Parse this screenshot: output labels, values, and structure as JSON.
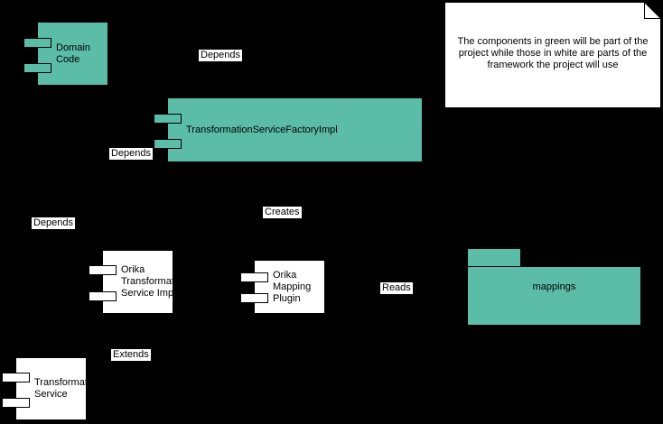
{
  "colors": {
    "background": "#000000",
    "component_green": "#5BBCA8",
    "component_white": "#ffffff",
    "outline": "#000000",
    "text": "#000000",
    "label_background": "#ffffff"
  },
  "components": {
    "domain_code": {
      "label": "Domain Code",
      "lines": [
        "Domain",
        "Code"
      ]
    },
    "factory": {
      "label": "TransformationServiceFactoryImpl",
      "lines": [
        "TransformationServiceFactoryImpl"
      ]
    },
    "orika_transformation_service_impl": {
      "label": "Orika Transformation Service Impl",
      "lines": [
        "Orika",
        "Transformation",
        "Service Impl"
      ]
    },
    "orika_mapping_plugin": {
      "label": "Orika Mapping Plugin",
      "lines": [
        "Orika",
        "Mapping",
        "Plugin"
      ]
    },
    "transformation_service": {
      "label": "Transformation Service",
      "lines": [
        "Transformation",
        "Service"
      ]
    }
  },
  "folder": {
    "label": "mappings"
  },
  "edge_labels": {
    "depends_top": "Depends",
    "depends_factory": "Depends",
    "depends_left": "Depends",
    "creates": "Creates",
    "reads": "Reads",
    "extends": "Extends"
  },
  "note": {
    "text": "The components in green will be part of the project while those in white are parts of the framework the project will use",
    "lines": [
      "The components in green will be part of the",
      "project while those in white are parts of the",
      "framework the project will use"
    ]
  }
}
